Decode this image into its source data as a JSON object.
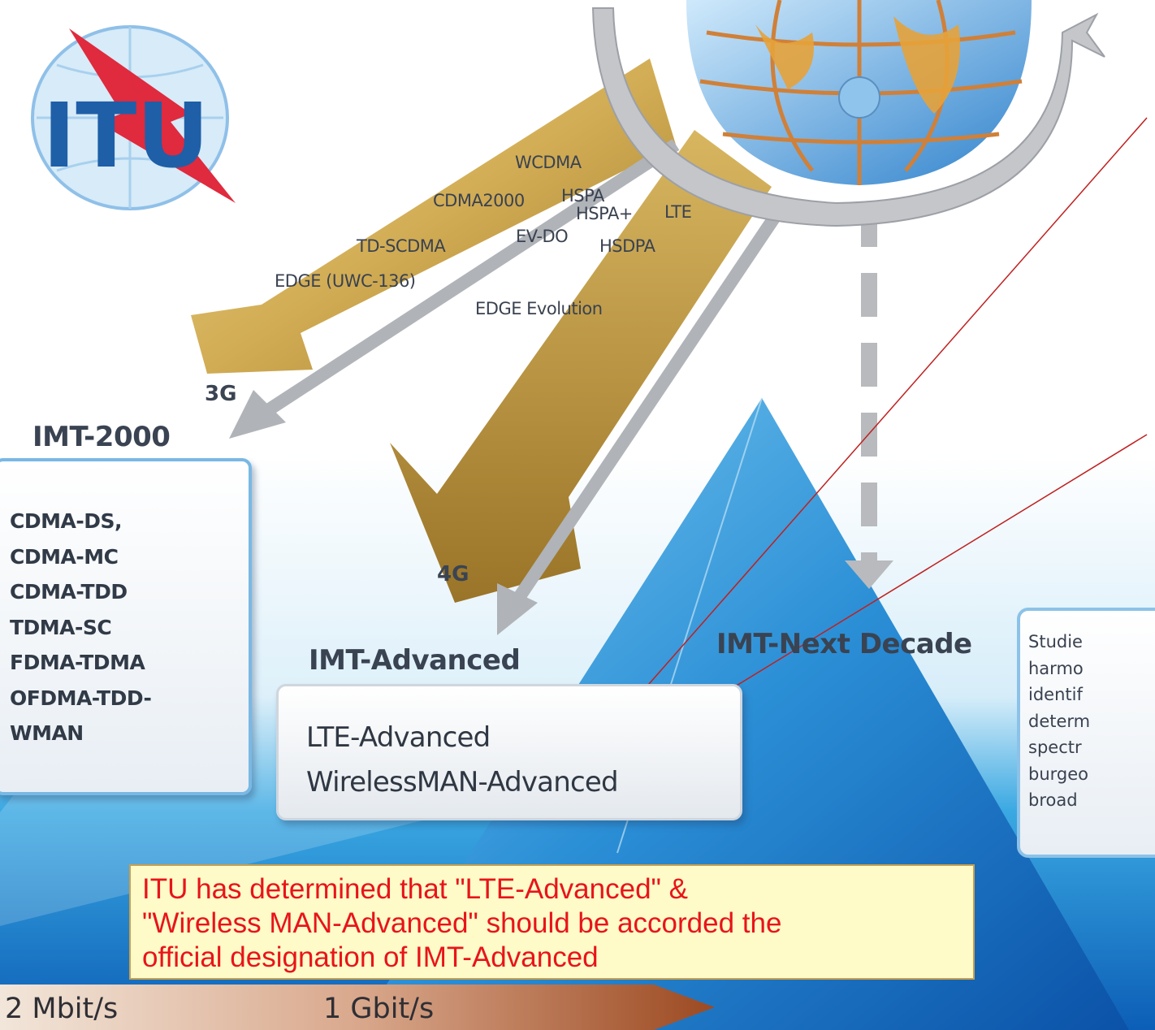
{
  "technologies": [
    "WCDMA",
    "CDMA2000",
    "HSPA",
    "HSPA+",
    "LTE",
    "TD-SCDMA",
    "EV-DO",
    "HSDPA",
    "EDGE (UWC-136)",
    "EDGE Evolution"
  ],
  "generations": {
    "g3": "3G",
    "g4": "4G"
  },
  "imt2000": {
    "title": "IMT-2000",
    "items": [
      "CDMA-DS,",
      "CDMA-MC",
      "CDMA-TDD",
      "TDMA-SC",
      "FDMA-TDMA",
      "OFDMA-TDD-",
      "WMAN"
    ]
  },
  "imt_advanced": {
    "title": "IMT-Advanced",
    "items": [
      "LTE-Advanced",
      "WirelessMAN-Advanced"
    ]
  },
  "imt_next": {
    "title": "IMT-Next Decade"
  },
  "studies": {
    "lines": [
      "Studie",
      "harmo",
      "identif",
      "determ",
      "spectr",
      "burgeo",
      "broad"
    ]
  },
  "note": {
    "lines": [
      "ITU has determined that \"LTE-Advanced\" &",
      "\"Wireless MAN-Advanced\" should be accorded the",
      "official designation of IMT-Advanced"
    ]
  },
  "speeds": {
    "low": "2 Mbit/s",
    "high": "1 Gbit/s"
  },
  "logo": {
    "text": "ITU"
  },
  "colors": {
    "blue_light": "#d8eefa",
    "blue_mid": "#38a4e0",
    "blue_dark": "#0a5cb4",
    "gold_light": "#e6c87a",
    "gold_dark": "#a07a28",
    "note_text": "#e8141a",
    "note_bg": "#fffbc8",
    "arrow_gray": "#b4b6ba"
  }
}
